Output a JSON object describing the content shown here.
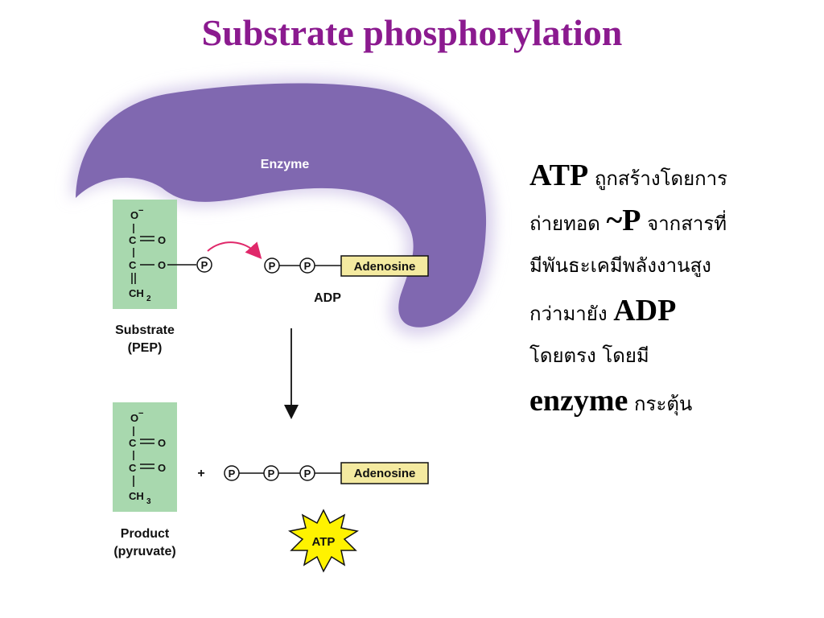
{
  "title": "Substrate phosphorylation",
  "diagram": {
    "enzyme_label": "Enzyme",
    "adp_label": "ADP",
    "adenosine_label": "Adenosine",
    "phosphate_label": "P",
    "plus_sign": "+",
    "atp_burst_label": "ATP",
    "substrate_name_line1": "Substrate",
    "substrate_name_line2": "(PEP)",
    "product_name_line1": "Product",
    "product_name_line2": "(pyruvate)",
    "molecule": {
      "o_minus": "O",
      "minus": "−",
      "c": "C",
      "o": "O",
      "ch": "CH",
      "sub2": "2",
      "sub3": "3"
    },
    "colors": {
      "enzyme": "#8068b0",
      "enzyme_glow": "#d9d0ec",
      "molecule_box": "#a8d8ae",
      "adenosine_box": "#f4eaa0",
      "arrow_curve": "#e0286a",
      "title": "#8b1a8f",
      "burst": "#fff200"
    }
  },
  "description": {
    "line1": {
      "term": "ATP",
      "text": " ถูกสร้างโดยการ"
    },
    "line2": {
      "text": "ถ่ายทอด ",
      "term": "~P",
      "text2": " จากสารที่"
    },
    "line3": {
      "text": "มีพันธะเคมีพลังงานสูง"
    },
    "line4": {
      "text": "กว่ามายัง ",
      "term": "ADP"
    },
    "line5": {
      "text": "โดยตรง โดยมี"
    },
    "line6": {
      "term": "enzyme",
      "text": " กระตุ้น"
    }
  }
}
